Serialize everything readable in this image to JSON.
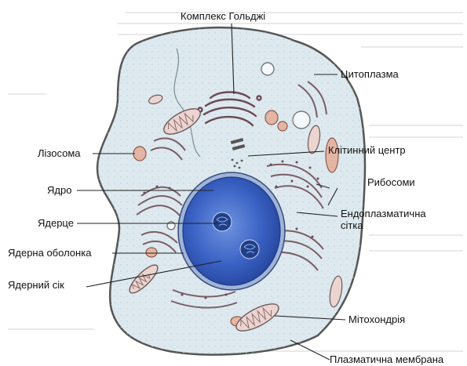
{
  "labels": {
    "golgi": "Комплекс Гольджі",
    "cytoplasm": "Цитоплазма",
    "lysosome": "Лізосома",
    "centrosome": "Клітинний центр",
    "ribosomes": "Рибосоми",
    "nucleus": "Ядро",
    "nucleolus": "Ядерце",
    "er_line1": "Ендоплазматична",
    "er_line2": "сітка",
    "nuclear_envelope": "Ядерна оболонка",
    "nuclear_sap": "Ядерний сік",
    "mitochondrion": "Мітохондрія",
    "plasma_membrane": "Плазматична мембрана"
  },
  "colors": {
    "cytoplasm": "#dde9ee",
    "nucleus": "#2f56b8",
    "membrane": "#555555",
    "lysosome": "#e5b5a3",
    "organelle_stroke": "#6a5a5a"
  }
}
